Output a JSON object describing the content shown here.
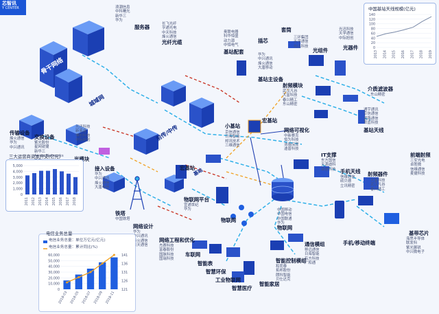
{
  "logo": {
    "line1": "芯智讯",
    "line2": "Y CENTER"
  },
  "labels": {
    "server": "服务器",
    "server_sub": "浪潮信息\n中科曙光\n新华三\n华为",
    "fiber": "光纤光缆",
    "fiber_sub": "长飞光纤\n亨通光电\n中天科技\n烽火通信",
    "backbone": "骨干网络",
    "metro": "城域网",
    "fronthaul": "前传/中传",
    "transport": "传输设备",
    "transport_sub": "烽火通信\n华为\n中兴通讯",
    "switch": "交换设备",
    "switch_sub": "紫光股份\n星网锐捷\n新华三\nArista Networks\n华为",
    "optical_mod": "光模块",
    "optical_mod_sub": "光迅科技\n新易盛\n博创科技\n中际旭创",
    "bs_parts": "基站配套",
    "bs_parts_sub": "奥联电器\n科华恒盛\n动力源\n中恒电气",
    "plugin": "插芯",
    "box": "套筒",
    "optical_comp": "光组件",
    "optical_comp_sub": "三环集团\n天孚通信\n光迅科技",
    "optical_dev": "光器件",
    "optical_dev_sub": "光迅科技\n天孚通信\n中际旭创",
    "bs_main": "基站主设备",
    "bs_main_sub": "华为\n中兴通讯\n烽火通信\n大唐移动",
    "rf": "射频模块",
    "rf_sub": "武汉凡谷\n大富科技\n春兴精工\n东山精密",
    "filter": "介质滤波器",
    "filter_sub": "东山精密",
    "antenna": "基站天线",
    "antenna_sub": "通宇通讯\n京信通信\n盛路通信\n世嘉科技",
    "small_bs": "小基站",
    "small_bs_sub": "京信通信\n日海智能\n邦讯技术\n三维通信",
    "macro_bs": "宏基站",
    "bs_label": "基站",
    "macro_bs2": "宏基站",
    "netviz": "网络可视化",
    "netviz_sub": "中新赛克\n恒为科技\n浩瀚深度\n迪普科技",
    "it": "IT支撑",
    "it_sub": "东方国信\n天源迪科\n亚信科技",
    "phone_ant": "手机天线",
    "phone_ant_sub": "信维通信\n硕贝德\n立讯精密",
    "rf_dev": "射频器件",
    "rf_dev_sub": "大富科技\n武汉凡谷\n春兴精工",
    "rf_front": "前端射频",
    "rf_front_sub": "三安光电\n卓胜微\n信维通信\n麦捷科技",
    "bb_chip": "基带芯片",
    "bb_chip_sub": "海思半导体\n联发科\n紫光展锐\n中兴微电子",
    "terminal": "手机/移动终端",
    "comm_mod": "通信模组",
    "comm_mod_sub": "移远通信\n日海智能\n有方科技\n广和通",
    "smart_ctrl": "智能控制模组",
    "smart_ctrl_sub": "和而泰\n拓邦股份\n朗科智能\n贝仕达克",
    "iot": "物联网",
    "iot_sub": "中国移动\n中国电信\n中国联通\n华为",
    "iot_plat": "物联网平台",
    "iot_plat_sub": "宜通世纪\n华为",
    "connect": "接入设备",
    "connect_sub": "华为\n中兴通讯\n烽火通信\n大唐电信",
    "tower": "铁塔",
    "tower_sub": "中国铁塔",
    "netdesign": "网络设计",
    "netdesign_sub": "华为\n中兴通讯\n烽火通信\n京天通信",
    "neteng": "网络工程和优化",
    "neteng_sub": "杰赛科技\n富春股份\n国脉科技\n国瑞科技",
    "car": "车联网",
    "wear": "智能表",
    "env": "智慧环保",
    "industry": "工业物联网",
    "medical": "智慧医疗",
    "home": "智能家居"
  },
  "charts": {
    "capex": {
      "title": "三大运营商资本开支(亿元)",
      "type": "bar",
      "categories": [
        "2011",
        "2012",
        "2013",
        "2014",
        "2015",
        "2016",
        "2017",
        "2018"
      ],
      "values": [
        3300,
        3700,
        4100,
        4100,
        4400,
        4000,
        3600,
        3000
      ],
      "yticks": [
        "5,000",
        "4,000",
        "3,000",
        "2,000",
        "1,000",
        "0"
      ],
      "ylim": [
        0,
        5000
      ]
    },
    "telecom": {
      "title": "电信业务总量",
      "legend_bar": "电信业务总量：单位万亿元(亿元)",
      "legend_line": "电信业务总量：累计同比(%)",
      "type": "bar+line",
      "categories": [
        "2018-03",
        "2018-05",
        "2018-07",
        "2018-09",
        "2018-11"
      ],
      "bars": [
        18000,
        30000,
        42000,
        55000,
        65000
      ],
      "line": [
        125,
        128,
        131,
        136,
        141
      ],
      "yticks_left": [
        "60,000",
        "50,000",
        "40,000",
        "30,000",
        "20,000",
        "10,000",
        "0"
      ],
      "yticks_right": [
        "141",
        "136",
        "131",
        "126",
        "121"
      ],
      "ylim_left": [
        0,
        70000
      ],
      "ylim_right": [
        121,
        141
      ]
    },
    "antenna_scale": {
      "title": "中国基站天线规模(亿元)",
      "type": "line",
      "categories": [
        "2013",
        "2014",
        "2015",
        "2016",
        "2017",
        "2018",
        "2019"
      ],
      "values": [
        50,
        62,
        70,
        80,
        92,
        118,
        140
      ],
      "yticks": [
        "140",
        "120",
        "100",
        "80",
        "60",
        "40",
        "20",
        "0"
      ],
      "ylim": [
        0,
        150
      ]
    }
  },
  "colors": {
    "accent": "#1f5fe0",
    "dark": "#0d2a8a",
    "line_orange": "#f0a020",
    "link": "#2fb0e8",
    "red": "#c83020"
  }
}
